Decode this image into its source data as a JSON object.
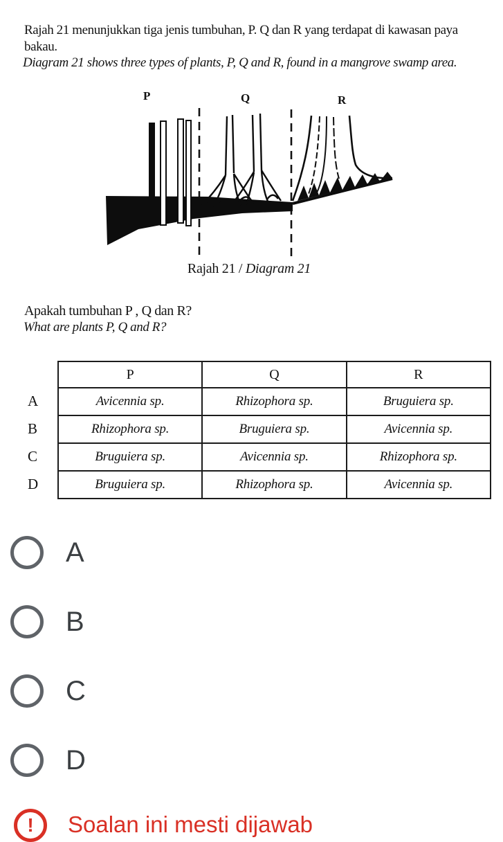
{
  "question": {
    "text_ms_line1": "Rajah 21 menunjukkan tiga jenis tumbuhan, P. Q dan R yang terdapat di kawasan paya",
    "text_ms_line2": "bakau.",
    "text_en": "Diagram 21 shows three types of plants, P, Q and R, found in a mangrove swamp area.",
    "diagram": {
      "labels": [
        "P",
        "Q",
        "R"
      ],
      "caption_ms": "Rajah 21 / ",
      "caption_en": "Diagram 21"
    },
    "subquestion_ms": "Apakah tumbuhan P , Q dan R?",
    "subquestion_en": "What are plants P, Q and R?",
    "table": {
      "columns": [
        "P",
        "Q",
        "R"
      ],
      "row_labels": [
        "A",
        "B",
        "C",
        "D"
      ],
      "rows": [
        [
          "Avicennia sp.",
          "Rhizophora sp.",
          "Bruguiera sp."
        ],
        [
          "Rhizophora sp.",
          "Bruguiera sp.",
          "Avicennia sp."
        ],
        [
          "Bruguiera sp.",
          "Avicennia sp.",
          "Rhizophora sp."
        ],
        [
          "Bruguiera sp.",
          "Rhizophora sp.",
          "Avicennia sp."
        ]
      ]
    }
  },
  "options": [
    {
      "label": "A"
    },
    {
      "label": "B"
    },
    {
      "label": "C"
    },
    {
      "label": "D"
    }
  ],
  "validation": {
    "icon": "required-error-icon",
    "icon_glyph": "!",
    "message": "Soalan ini mesti dijawab"
  },
  "colors": {
    "error_red": "#d93025",
    "radio_gray": "#5f6368",
    "option_label_gray": "#3c4043",
    "ink_black": "#141414"
  }
}
